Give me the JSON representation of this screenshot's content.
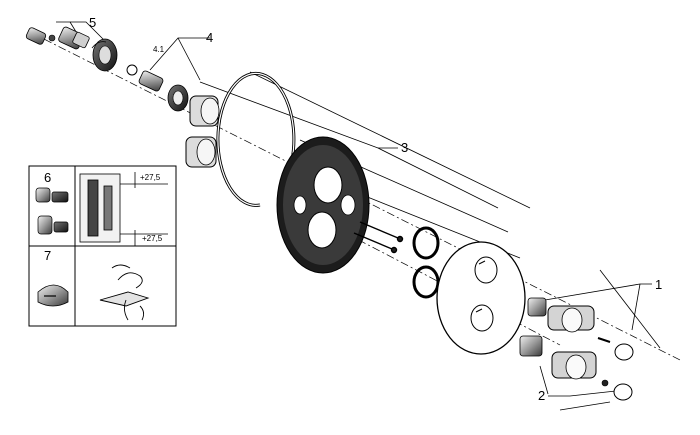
{
  "diagram": {
    "type": "exploded-parts-drawing",
    "callouts": {
      "c1": "1",
      "c2": "2",
      "c3": "3",
      "c4": "4",
      "c41": "4.1",
      "c5": "5"
    },
    "inset": {
      "c6": "6",
      "c7": "7",
      "dim_top": "+27,5",
      "dim_bottom": "+27,5"
    }
  }
}
